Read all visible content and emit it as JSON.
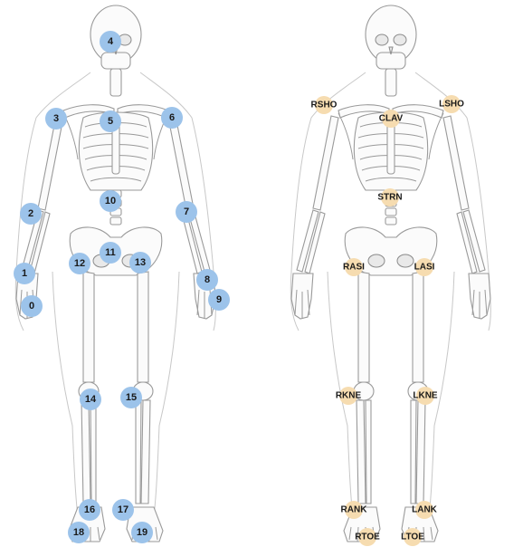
{
  "left_skeleton": {
    "keypoints": [
      {
        "label": "0"
      },
      {
        "label": "1"
      },
      {
        "label": "2"
      },
      {
        "label": "3"
      },
      {
        "label": "4"
      },
      {
        "label": "5"
      },
      {
        "label": "6"
      },
      {
        "label": "7"
      },
      {
        "label": "8"
      },
      {
        "label": "9"
      },
      {
        "label": "10"
      },
      {
        "label": "11"
      },
      {
        "label": "12"
      },
      {
        "label": "13"
      },
      {
        "label": "14"
      },
      {
        "label": "15"
      },
      {
        "label": "16"
      },
      {
        "label": "17"
      },
      {
        "label": "18"
      },
      {
        "label": "19"
      }
    ],
    "marker_color": "#9cc3ea"
  },
  "right_skeleton": {
    "markers": [
      {
        "label": "RSHO"
      },
      {
        "label": "LSHO"
      },
      {
        "label": "CLAV"
      },
      {
        "label": "STRN"
      },
      {
        "label": "RASI"
      },
      {
        "label": "LASI"
      },
      {
        "label": "RKNE"
      },
      {
        "label": "LKNE"
      },
      {
        "label": "RANK"
      },
      {
        "label": "LANK"
      },
      {
        "label": "RTOE"
      },
      {
        "label": "LTOE"
      }
    ],
    "marker_color": "#f6dcb0"
  }
}
